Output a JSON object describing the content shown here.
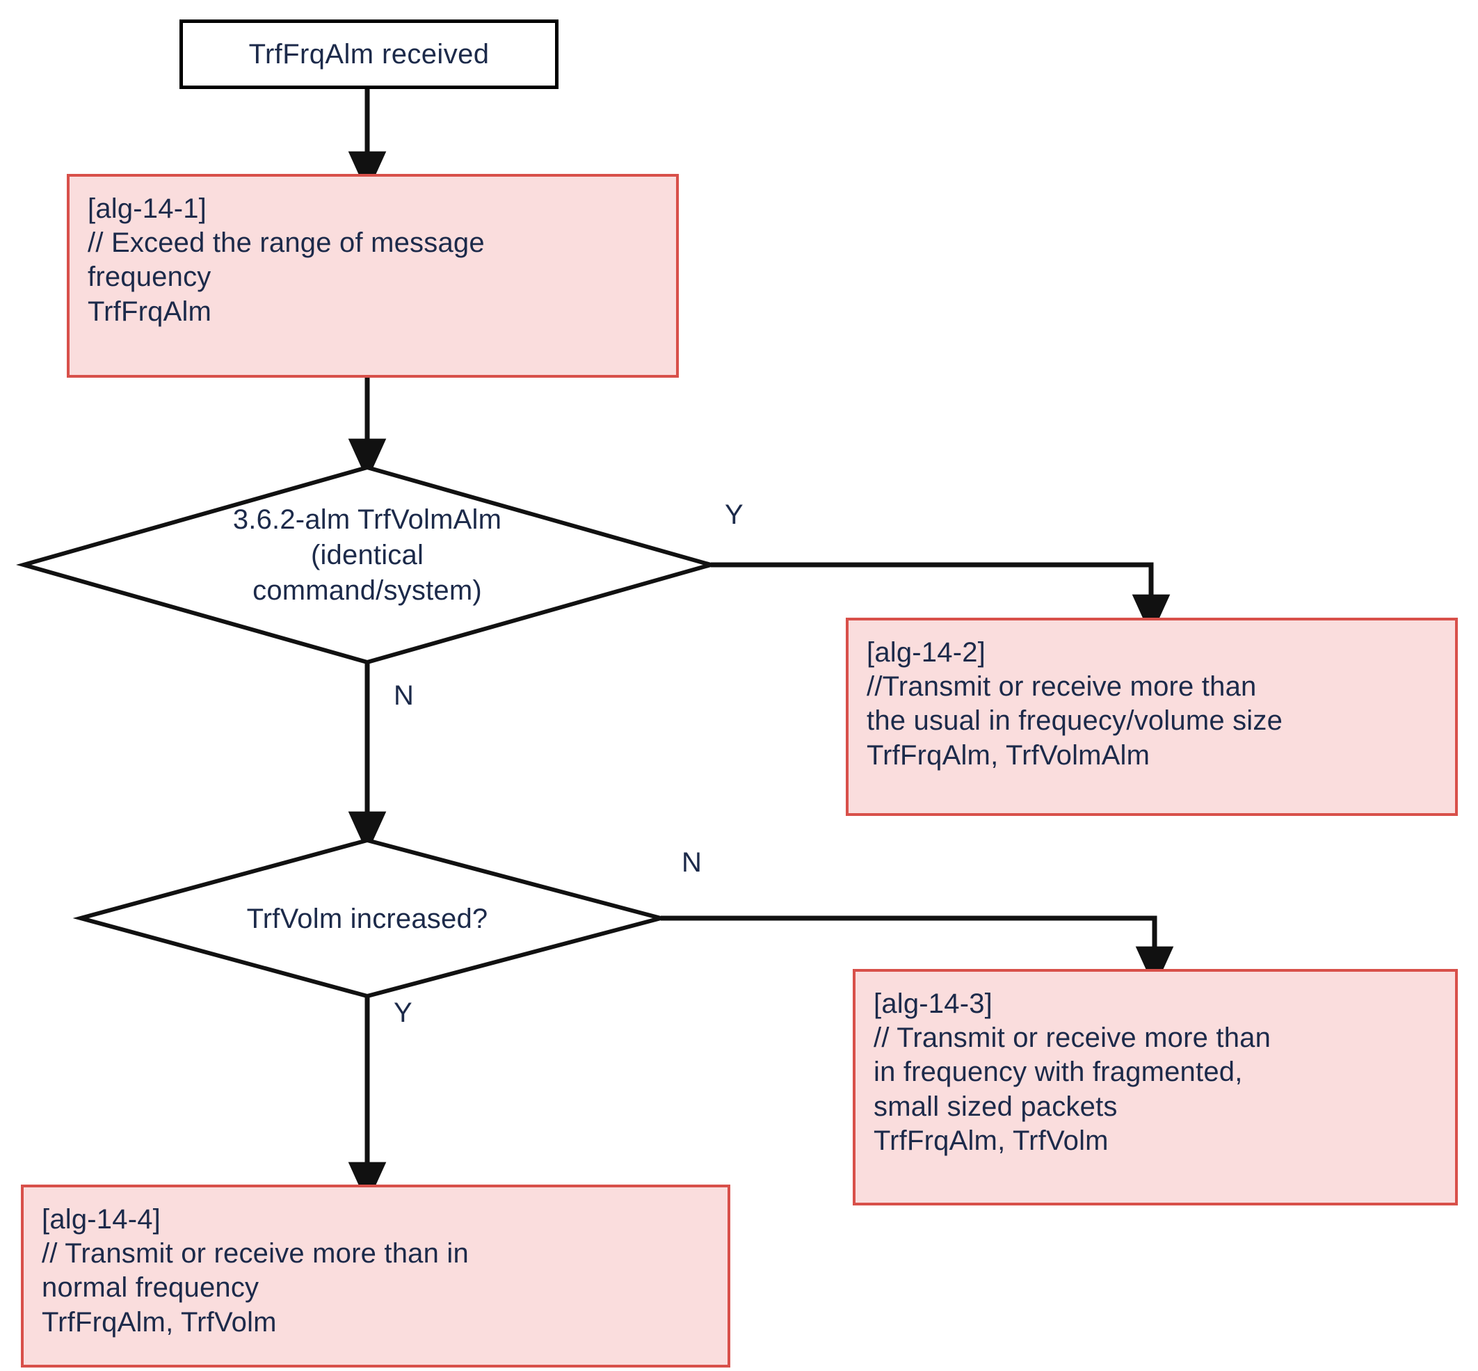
{
  "diagram": {
    "type": "flowchart",
    "title_node": "TrfFrqAlm received",
    "accent_color": "#d8504a",
    "fill_color": "#fadddd",
    "text_color": "#1c2a4a",
    "nodes": {
      "start": {
        "shape": "rectangle",
        "label": "TrfFrqAlm received"
      },
      "alg_14_1": {
        "shape": "process",
        "id_label": "[alg-14-1]",
        "comment": "// Exceed the range of message\nfrequency",
        "alarms": "TrfFrqAlm",
        "text": "[alg-14-1]\n// Exceed the range of message\nfrequency\nTrfFrqAlm"
      },
      "decision_1": {
        "shape": "diamond",
        "text": "3.6.2-alm TrfVolmAlm\n(identical\ncommand/system)"
      },
      "alg_14_2": {
        "shape": "process",
        "id_label": "[alg-14-2]",
        "comment": "//Transmit or receive more than\nthe usual in frequecy/volume size",
        "alarms": "TrfFrqAlm, TrfVolmAlm",
        "text": "[alg-14-2]\n//Transmit or receive more than\nthe usual in frequecy/volume size\nTrfFrqAlm, TrfVolmAlm"
      },
      "decision_2": {
        "shape": "diamond",
        "text": "TrfVolm increased?"
      },
      "alg_14_3": {
        "shape": "process",
        "id_label": "[alg-14-3]",
        "comment": "// Transmit or receive more than\nin frequency with fragmented,\nsmall sized packets",
        "alarms": "TrfFrqAlm, TrfVolm",
        "text": "[alg-14-3]\n// Transmit or receive more than\nin frequency with fragmented,\nsmall sized packets\nTrfFrqAlm, TrfVolm"
      },
      "alg_14_4": {
        "shape": "process",
        "id_label": "[alg-14-4]",
        "comment": "// Transmit or receive more than in\nnormal frequency",
        "alarms": "TrfFrqAlm, TrfVolm",
        "text": "[alg-14-4]\n// Transmit or receive more than in\nnormal frequency\nTrfFrqAlm, TrfVolm"
      }
    },
    "edge_labels": {
      "d1_yes": "Y",
      "d1_no": "N",
      "d2_no": "N",
      "d2_yes": "Y"
    }
  }
}
